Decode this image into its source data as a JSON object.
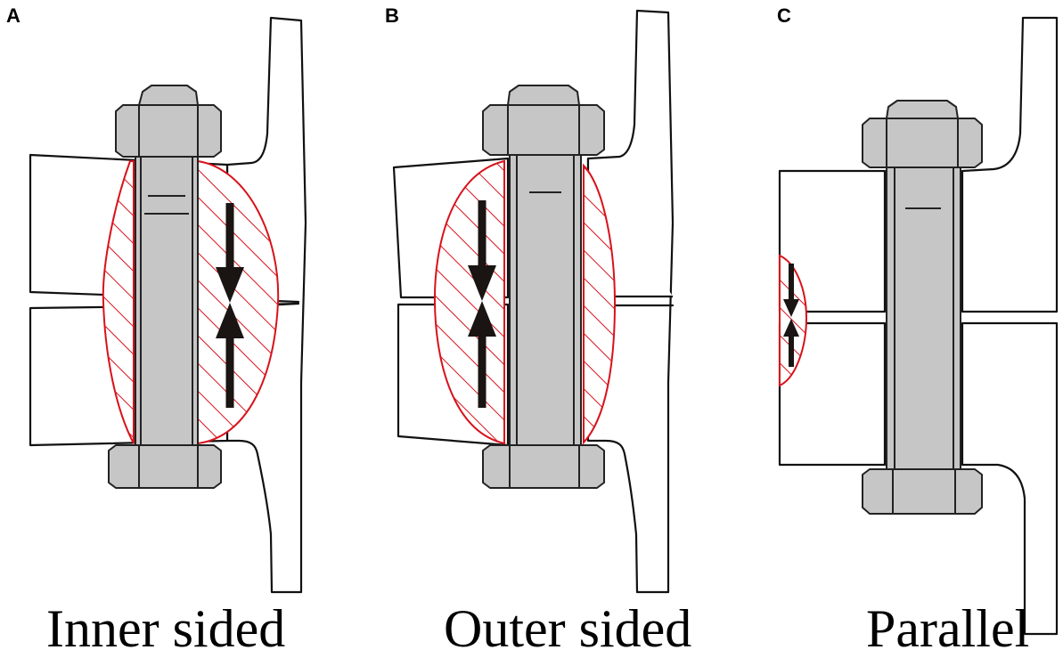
{
  "panels": [
    {
      "id": "A",
      "label": "A",
      "caption": "Inner sided"
    },
    {
      "id": "B",
      "label": "B",
      "caption": "Outer sided"
    },
    {
      "id": "C",
      "label": "C",
      "caption": "Parallel"
    }
  ],
  "colors": {
    "compression_zone": "#d8121b",
    "bolt_fill": "#c6c6c6",
    "outline": "#111111",
    "arrow": "#1a1412"
  }
}
